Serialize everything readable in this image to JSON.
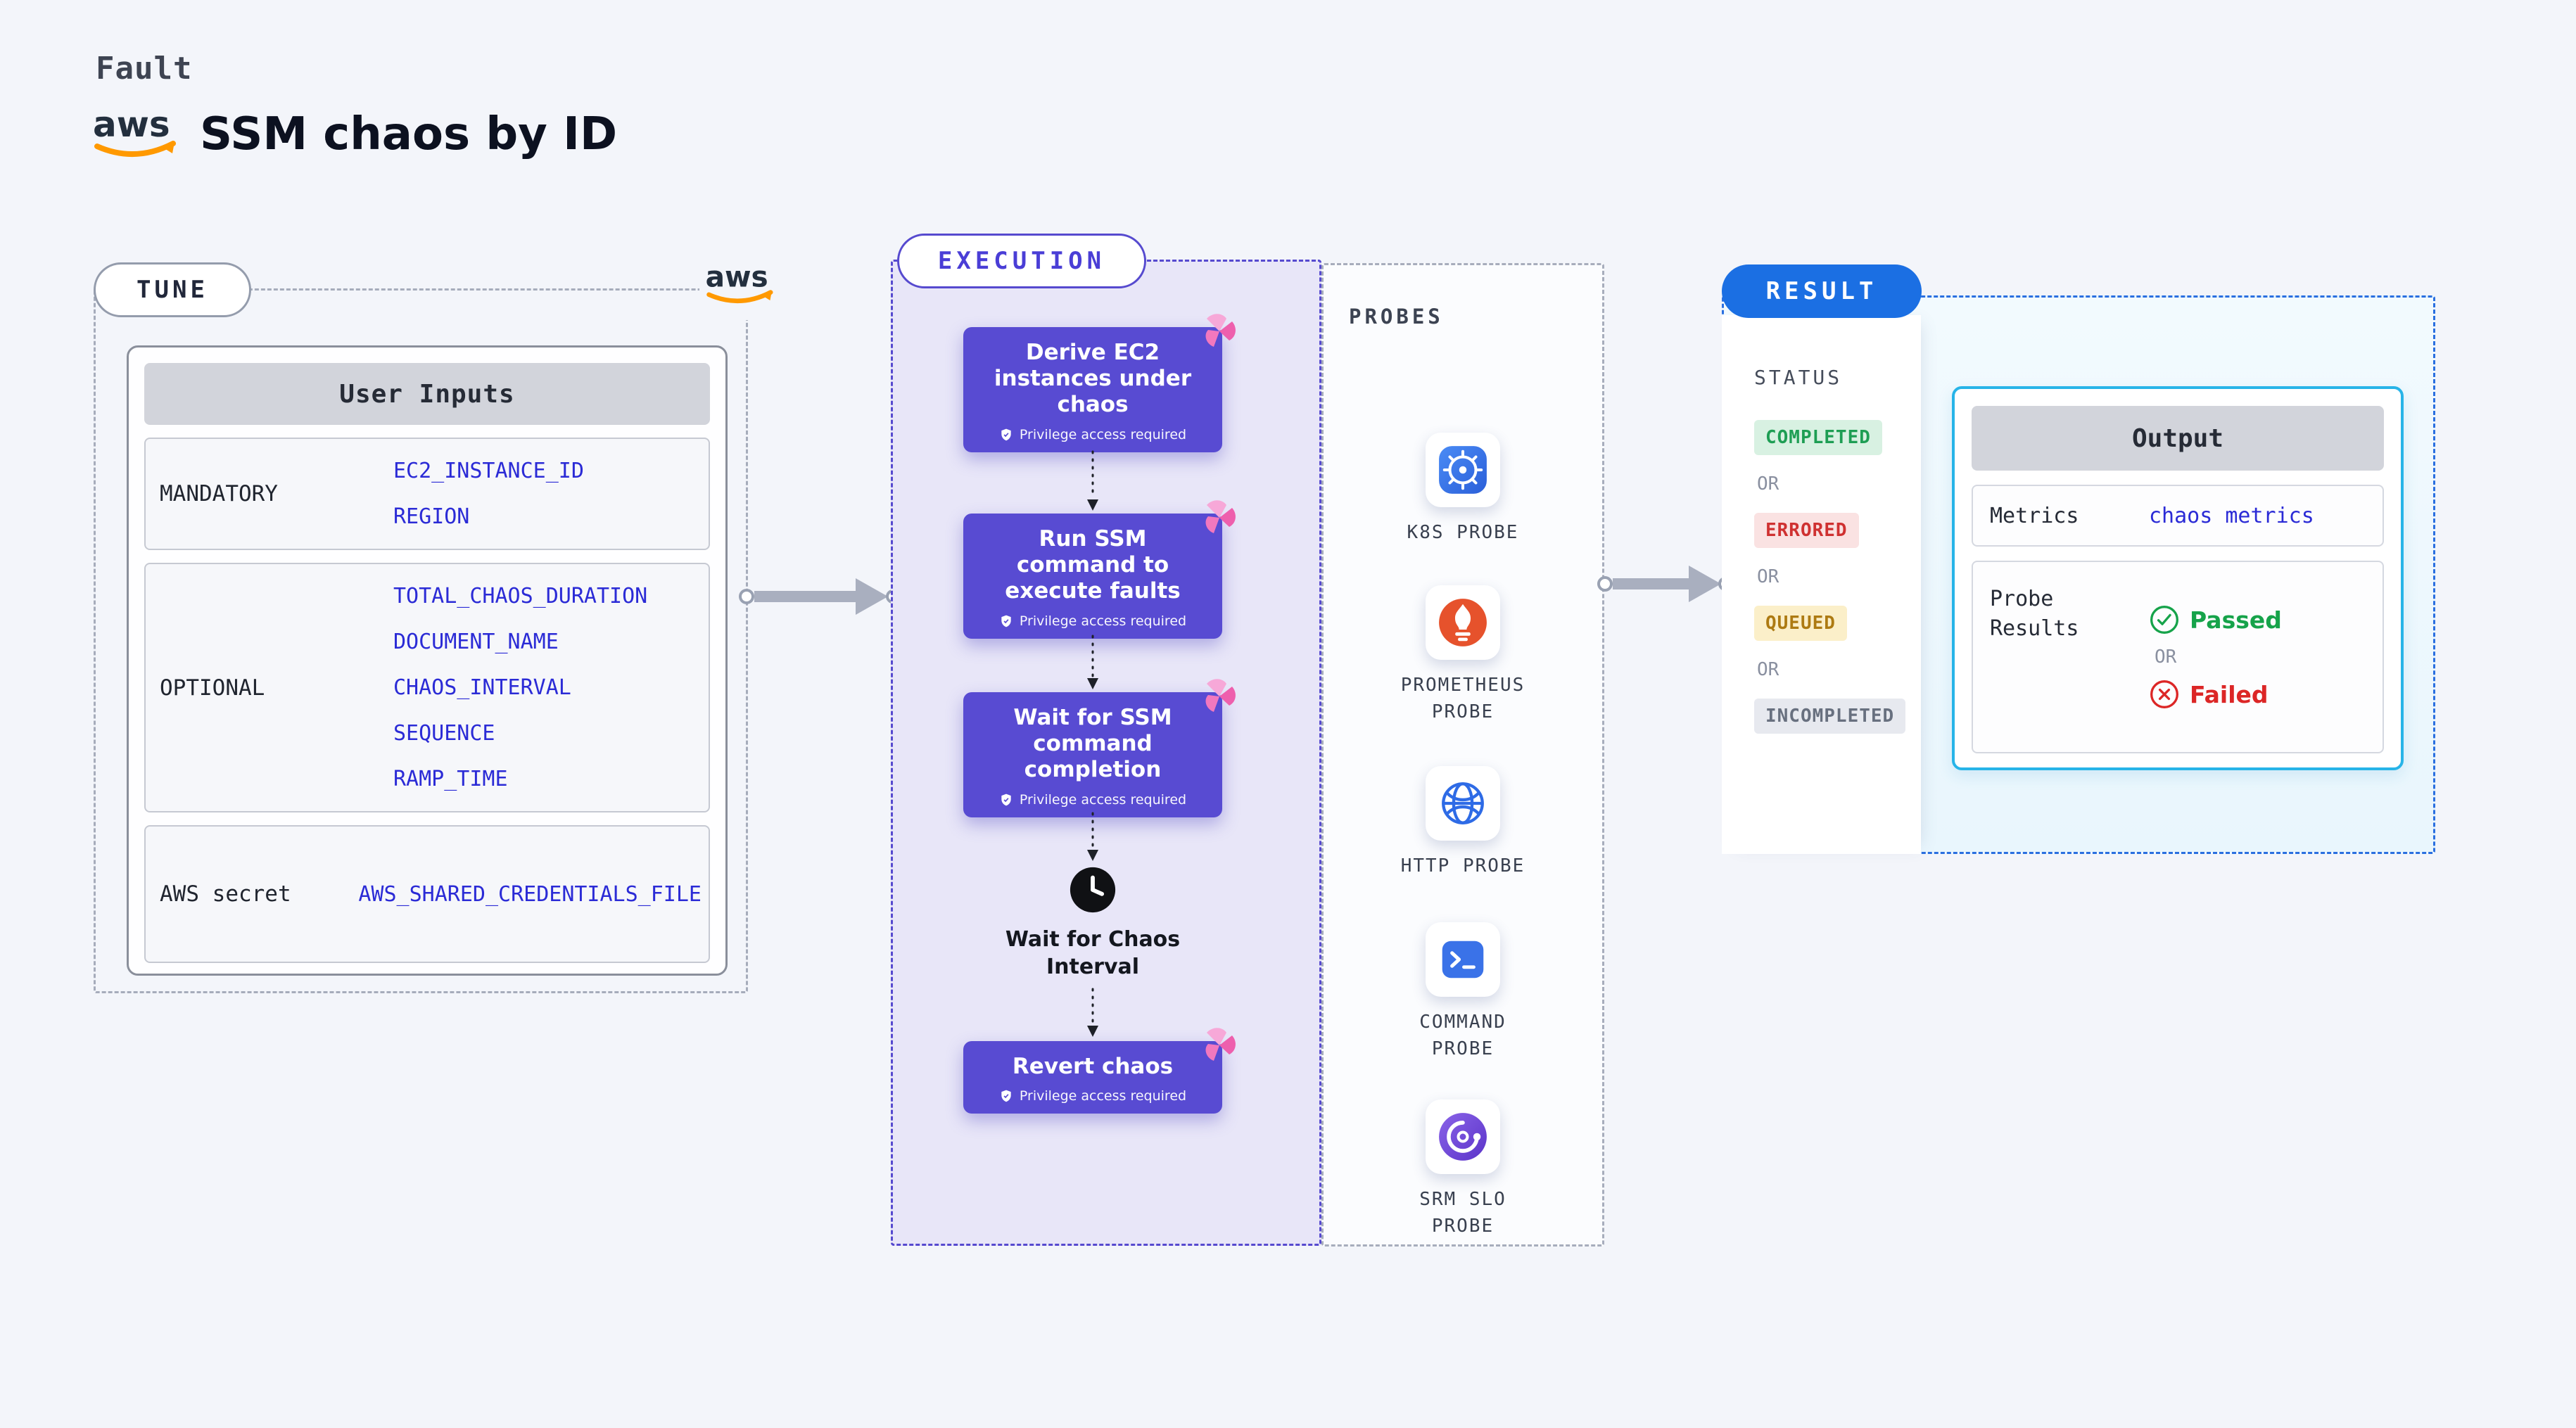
{
  "page": {
    "kicker": "Fault",
    "title": "SSM chaos by ID"
  },
  "common": {
    "or": "OR"
  },
  "tune": {
    "label": "TUNE",
    "table_title": "User Inputs",
    "rows": [
      {
        "label": "MANDATORY",
        "values": [
          "EC2_INSTANCE_ID",
          "REGION"
        ]
      },
      {
        "label": "OPTIONAL",
        "values": [
          "TOTAL_CHAOS_DURATION",
          "DOCUMENT_NAME",
          "CHAOS_INTERVAL",
          "SEQUENCE",
          "RAMP_TIME"
        ]
      },
      {
        "label": "AWS secret",
        "values": [
          "AWS_SHARED_CREDENTIALS_FILE"
        ]
      }
    ]
  },
  "execution": {
    "label": "EXECUTION",
    "steps": [
      {
        "title": "Derive EC2 instances under chaos",
        "badge": "Privilege access required"
      },
      {
        "title": "Run SSM command to execute faults",
        "badge": "Privilege access required"
      },
      {
        "title": "Wait for SSM command completion",
        "badge": "Privilege access required"
      },
      {
        "title": "Revert chaos",
        "badge": "Privilege access required"
      }
    ],
    "wait_label": "Wait for Chaos Interval"
  },
  "probes": {
    "label": "PROBES",
    "items": [
      {
        "name": "K8S PROBE"
      },
      {
        "name": "PROMETHEUS PROBE"
      },
      {
        "name": "HTTP PROBE"
      },
      {
        "name": "COMMAND PROBE"
      },
      {
        "name": "SRM SLO PROBE"
      }
    ]
  },
  "result": {
    "label": "RESULT",
    "status_label": "STATUS",
    "statuses": [
      "COMPLETED",
      "ERRORED",
      "QUEUED",
      "INCOMPLETED"
    ],
    "output": {
      "title": "Output",
      "metrics_label": "Metrics",
      "metrics_value": "chaos metrics",
      "probe_results_label": "Probe Results",
      "passed_label": "Passed",
      "failed_label": "Failed"
    }
  },
  "colors": {
    "page_bg": "#F3F5FA",
    "accent_indigo": "#584BD2",
    "execution_fill": "#E8E6F8",
    "result_blue": "#1B6FE3",
    "output_border_cyan": "#27B4E8",
    "aws_orange": "#FF9900",
    "param_blue": "#2B2BD6",
    "chaos_pink": "#EE5FAD",
    "status_completed": "#1E9E54",
    "status_errored": "#CF3131",
    "status_queued": "#AD7A12",
    "status_incompleted": "#68707F",
    "passed_green": "#16A34A",
    "failed_red": "#DC2626"
  }
}
